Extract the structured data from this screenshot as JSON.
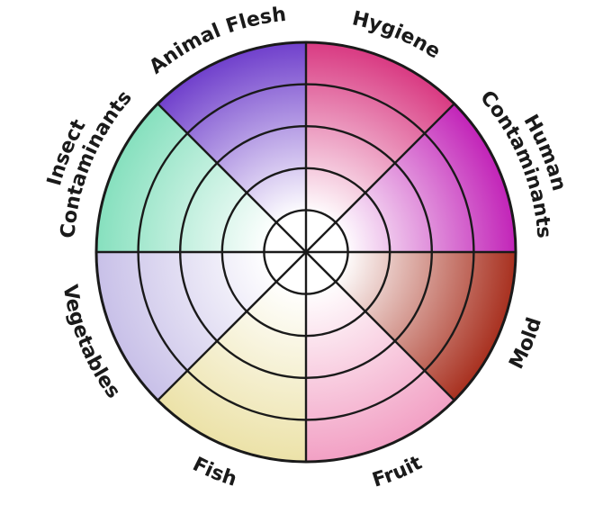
{
  "wheel": {
    "ring_count": 5,
    "segments": [
      {
        "id": "hygiene",
        "label_lines": [
          "Hygiene"
        ],
        "color": "#d93a82"
      },
      {
        "id": "human-contaminants",
        "label_lines": [
          "Human",
          "Contaminants"
        ],
        "color": "#c224b8"
      },
      {
        "id": "mold",
        "label_lines": [
          "Mold"
        ],
        "color": "#a8301f"
      },
      {
        "id": "fruit",
        "label_lines": [
          "Fruit"
        ],
        "color": "#f2a0c4"
      },
      {
        "id": "fish",
        "label_lines": [
          "Fish"
        ],
        "color": "#ece2a8"
      },
      {
        "id": "vegetables",
        "label_lines": [
          "Vegetables"
        ],
        "color": "#c8c0e8"
      },
      {
        "id": "insect-contaminants",
        "label_lines": [
          "Insect",
          "Contaminants"
        ],
        "color": "#86e0be"
      },
      {
        "id": "animal-flesh",
        "label_lines": [
          "Animal Flesh"
        ],
        "color": "#7040cc"
      }
    ]
  }
}
